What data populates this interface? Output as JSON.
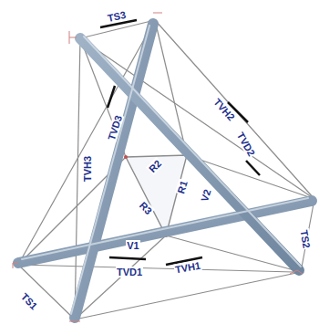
{
  "diagram": {
    "labels": [
      "TS3",
      "TVD3",
      "TVH3",
      "TVH2",
      "TVD2",
      "R2",
      "R1",
      "V2",
      "R3",
      "TS2",
      "V1",
      "TVD1",
      "TVH1",
      "TS1"
    ]
  }
}
